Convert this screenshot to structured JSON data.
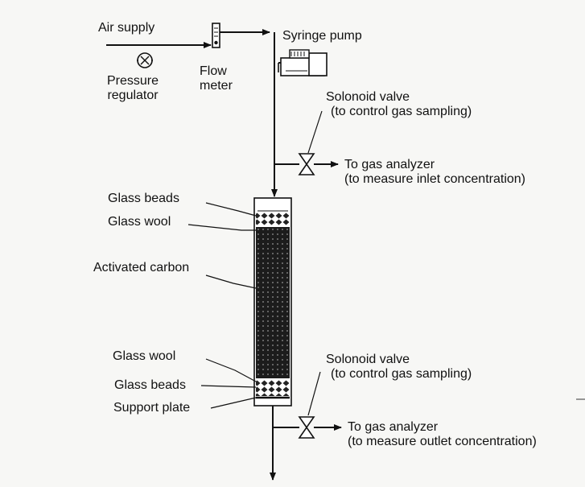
{
  "labels": {
    "air_supply": "Air supply",
    "pressure_regulator": [
      "Pressure",
      "regulator"
    ],
    "flow_meter": [
      "Flow",
      "meter"
    ],
    "syringe_pump": "Syringe pump",
    "valve_top": [
      "Solonoid valve",
      "(to control gas sampling)"
    ],
    "analyzer_top": [
      "To gas analyzer",
      "(to measure inlet concentration)"
    ],
    "glass_beads_top": "Glass beads",
    "glass_wool_top": "Glass wool",
    "activated_carbon": "Activated carbon",
    "glass_wool_bottom": "Glass wool",
    "glass_beads_bottom": "Glass beads",
    "support_plate": "Support plate",
    "valve_bottom": [
      "Solonoid valve",
      "(to control gas sampling)"
    ],
    "analyzer_bottom": [
      "To gas analyzer",
      "(to measure outlet concentration)"
    ]
  },
  "colors": {
    "line": "#111111",
    "carbon": "#1c1c1c",
    "background": "#f7f7f5"
  }
}
